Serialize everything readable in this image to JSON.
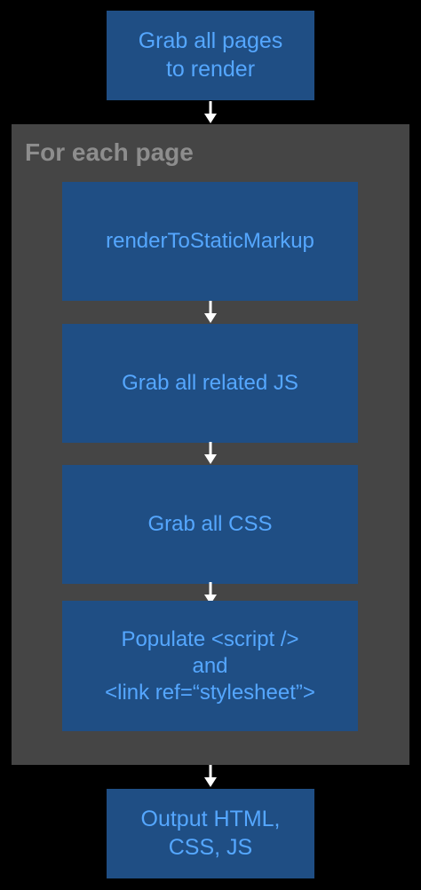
{
  "flowchart": {
    "start_step": {
      "label": "Grab all pages\nto render"
    },
    "loop": {
      "label": "For each page",
      "steps": [
        {
          "label": "renderToStaticMarkup"
        },
        {
          "label": "Grab all related JS"
        },
        {
          "label": "Grab all CSS"
        },
        {
          "label": "Populate <script />\nand\n<link ref=“stylesheet”>"
        }
      ]
    },
    "end_step": {
      "label": "Output HTML,\nCSS, JS"
    }
  },
  "colors": {
    "background": "#000000",
    "box_fill": "#1f4e84",
    "box_text": "#55a7ff",
    "group_fill": "#454545",
    "group_label": "#8d8d8d",
    "arrow": "#ffffff"
  }
}
